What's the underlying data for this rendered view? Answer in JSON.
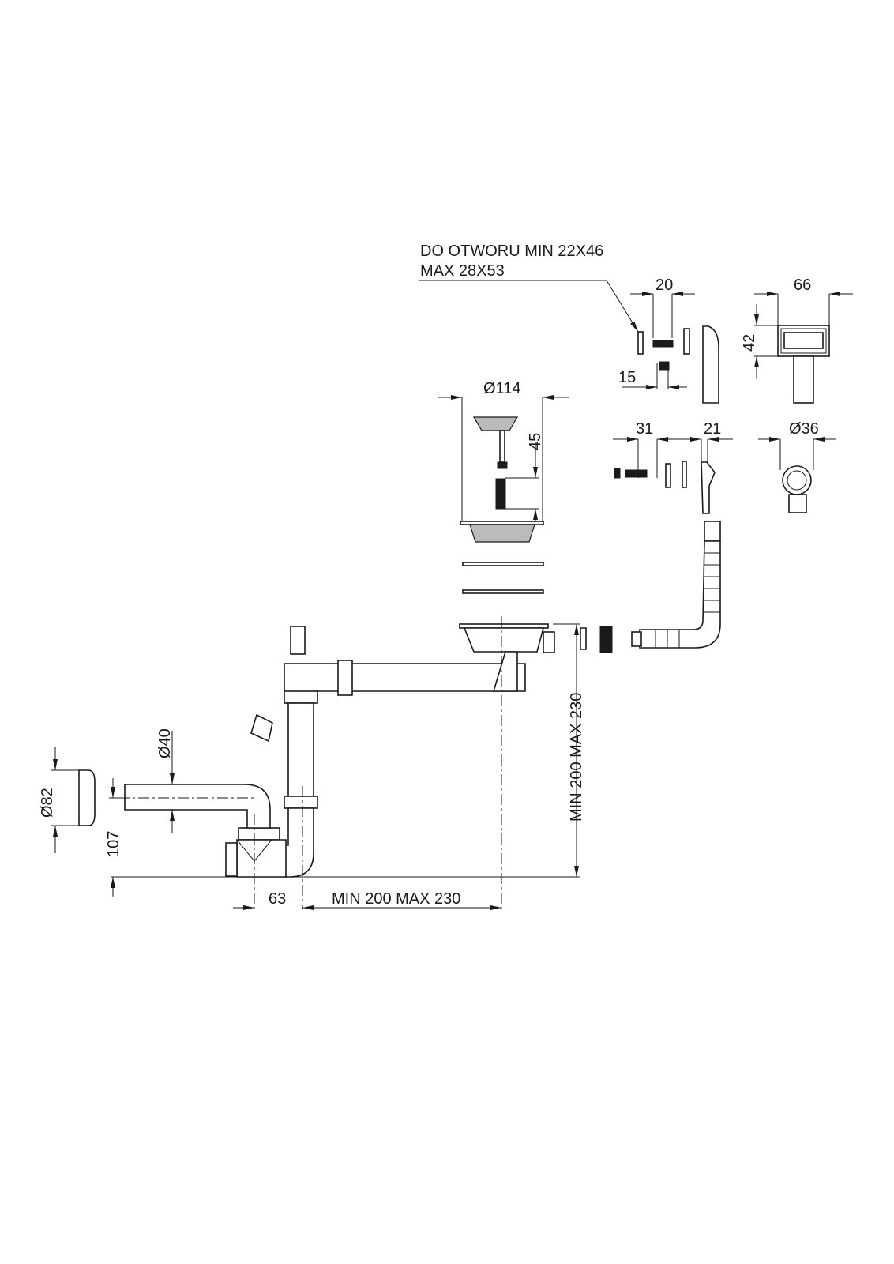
{
  "note": {
    "line1": "DO OTWORU MIN 22X46",
    "line2": "MAX 28X53"
  },
  "dimensions": {
    "d20": "20",
    "d15": "15",
    "d66": "66",
    "d42": "42",
    "d114": "Ø114",
    "d45": "45",
    "d31": "31",
    "d21": "21",
    "d36": "Ø36",
    "d40": "Ø40",
    "d82": "Ø82",
    "d107": "107",
    "d63": "63",
    "height_range": "MIN 200 MAX 230",
    "width_range": "MIN 200 MAX 230"
  }
}
